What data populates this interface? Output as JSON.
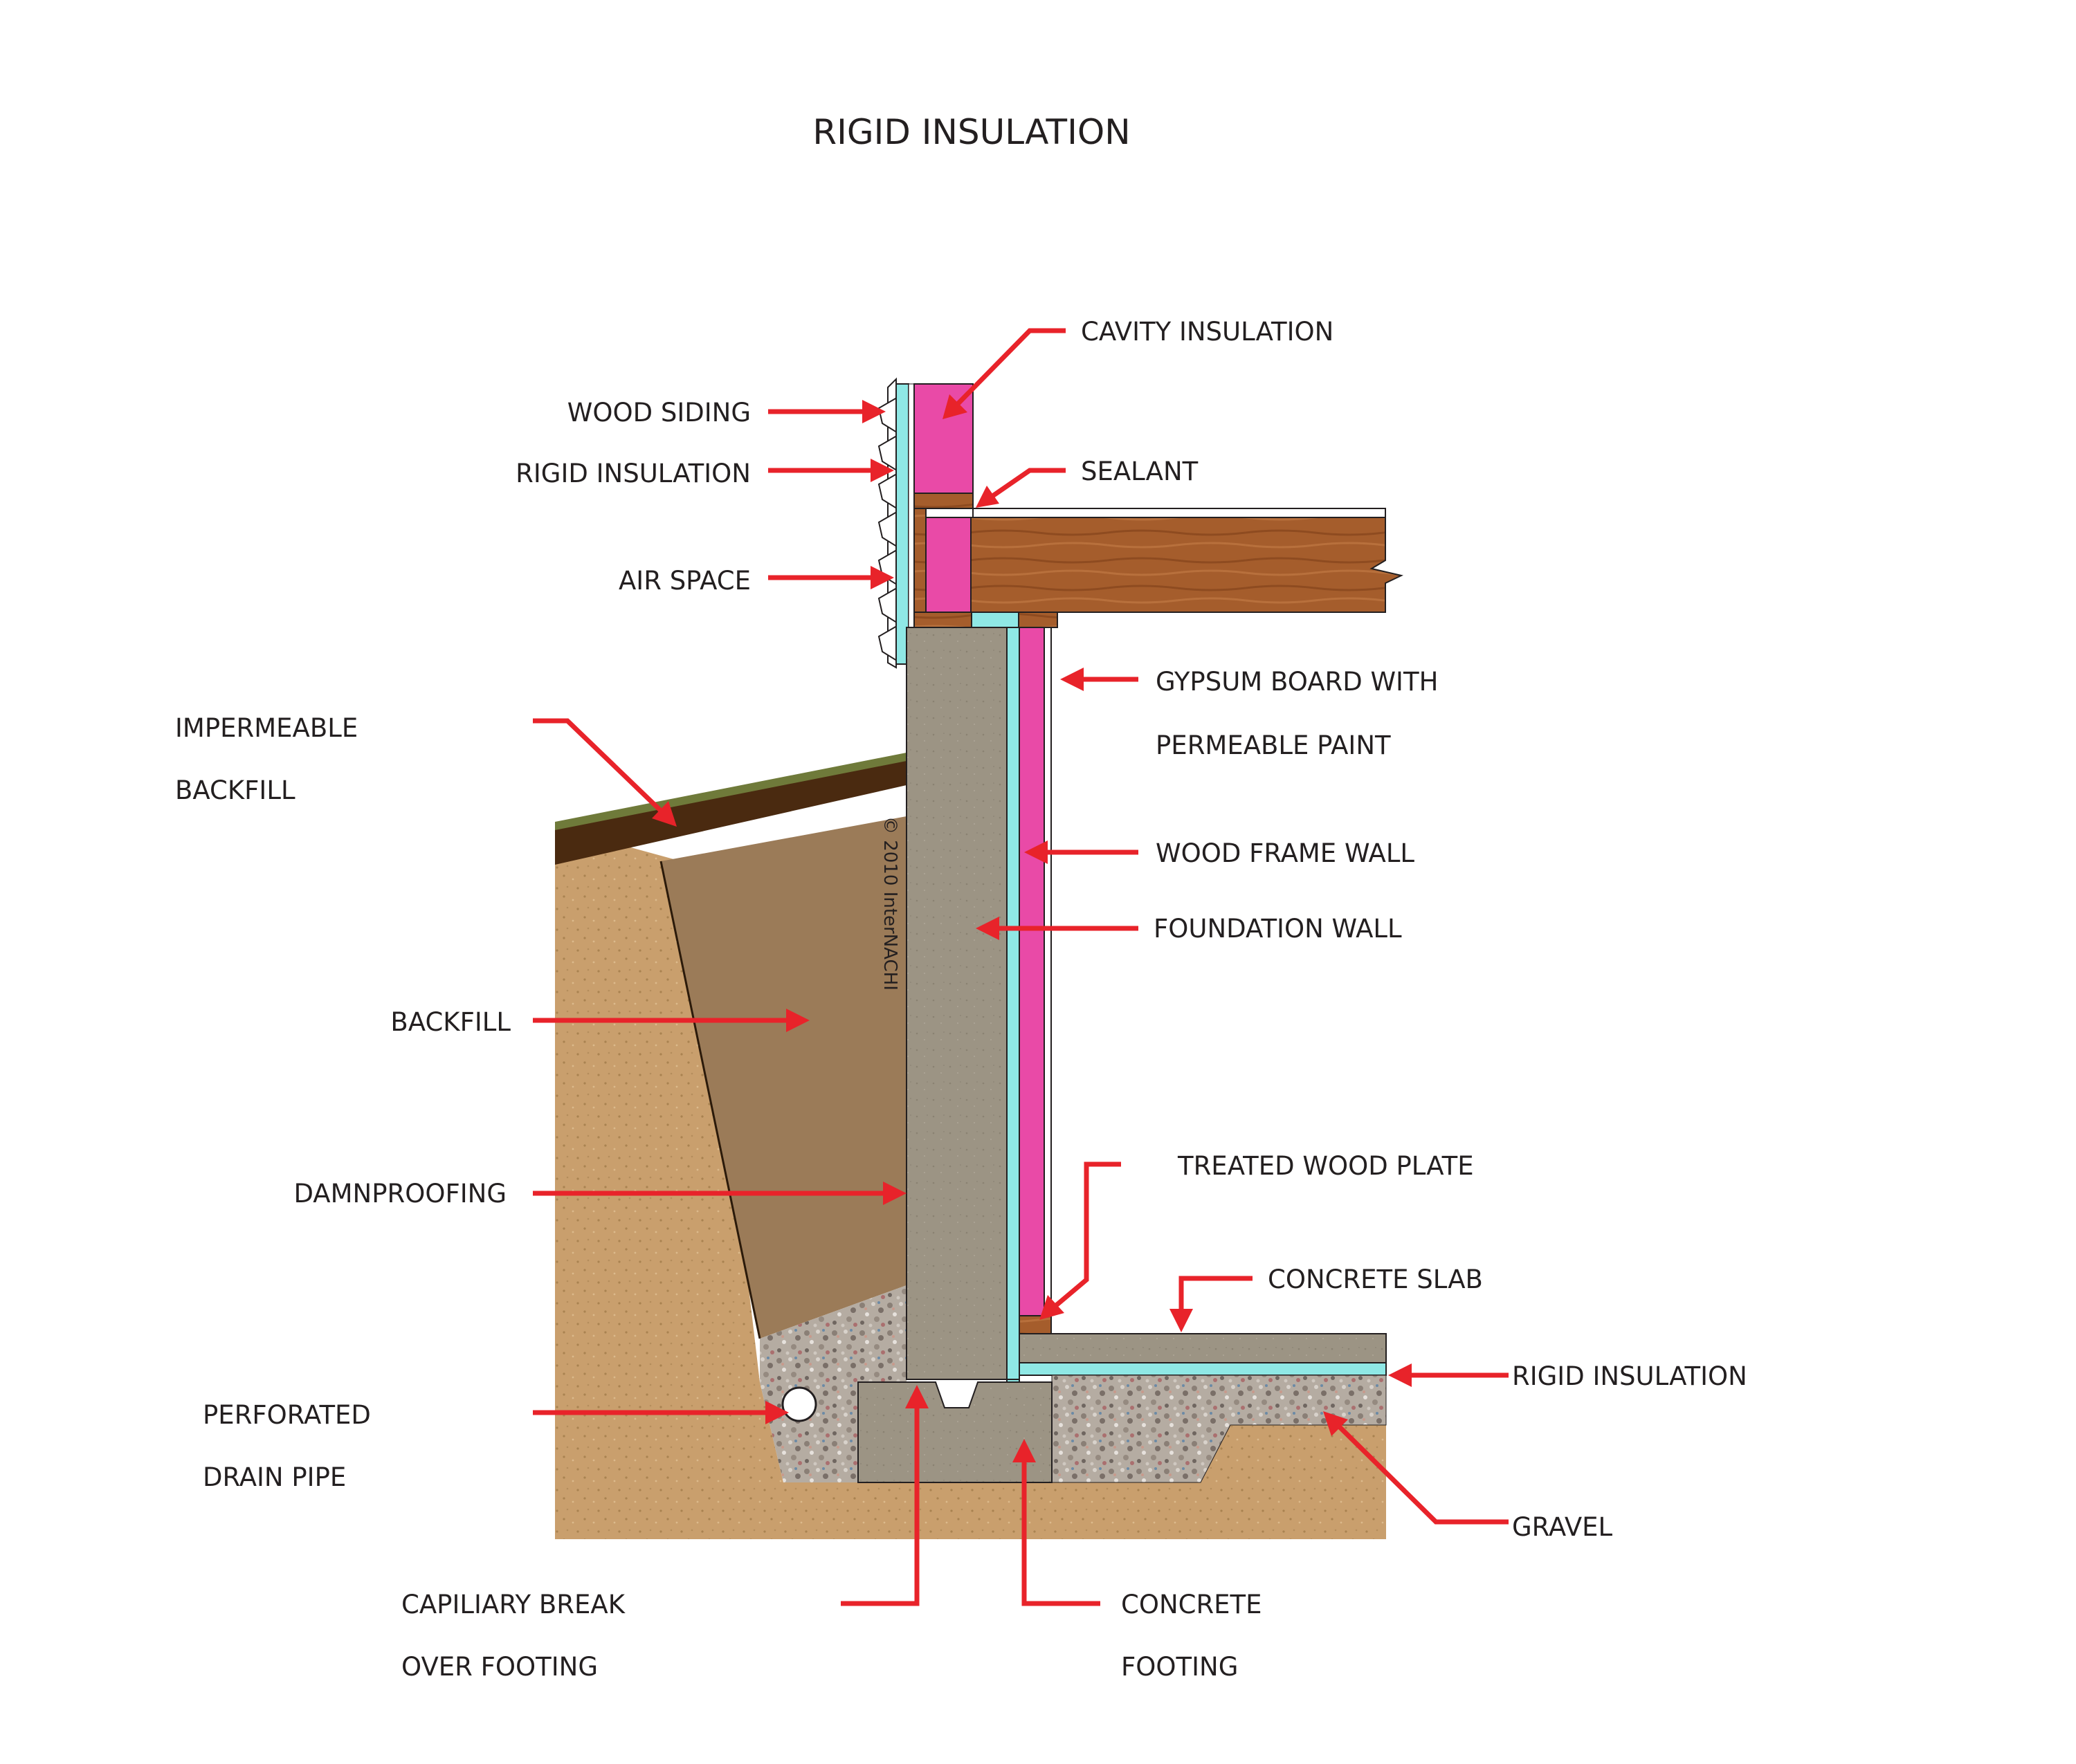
{
  "title": "RIGID INSULATION",
  "copyright": "© 2010 InterNACHI",
  "colors": {
    "leader": "#e8232a",
    "text": "#231f20",
    "soil": "#c89f6e",
    "backfill": "#9a7a58",
    "topsoil": "#4a2a10",
    "grass": "#6f7a3a",
    "concrete": "#9c9383",
    "rigid_insulation": "#8fe8e5",
    "cavity_insulation": "#e94aa7",
    "wood": "#a8602f",
    "gravel": "#a39a92"
  },
  "labels": {
    "cavity_insulation": [
      "CAVITY INSULATION"
    ],
    "wood_siding": [
      "WOOD SIDING"
    ],
    "rigid_insulation_top": [
      "RIGID INSULATION"
    ],
    "sealant": [
      "SEALANT"
    ],
    "air_space": [
      "AIR SPACE"
    ],
    "gypsum_board": [
      "GYPSUM BOARD WITH",
      "PERMEABLE  PAINT"
    ],
    "impermeable_backfill": [
      "IMPERMEABLE",
      "BACKFILL"
    ],
    "wood_frame_wall": [
      "WOOD FRAME WALL"
    ],
    "foundation_wall": [
      "FOUNDATION WALL"
    ],
    "backfill": [
      "BACKFILL"
    ],
    "treated_wood_plate": [
      "TREATED WOOD PLATE"
    ],
    "damnproofing": [
      "DAMNPROOFING"
    ],
    "concrete_slab": [
      "CONCRETE SLAB"
    ],
    "rigid_insulation_slab": [
      "RIGID INSULATION"
    ],
    "perforated_drain_pipe": [
      "PERFORATED",
      "DRAIN PIPE"
    ],
    "gravel": [
      "GRAVEL"
    ],
    "capillary_break": [
      "CAPILIARY BREAK",
      "OVER FOOTING"
    ],
    "concrete_footing": [
      "CONCRETE",
      "FOOTING"
    ]
  }
}
